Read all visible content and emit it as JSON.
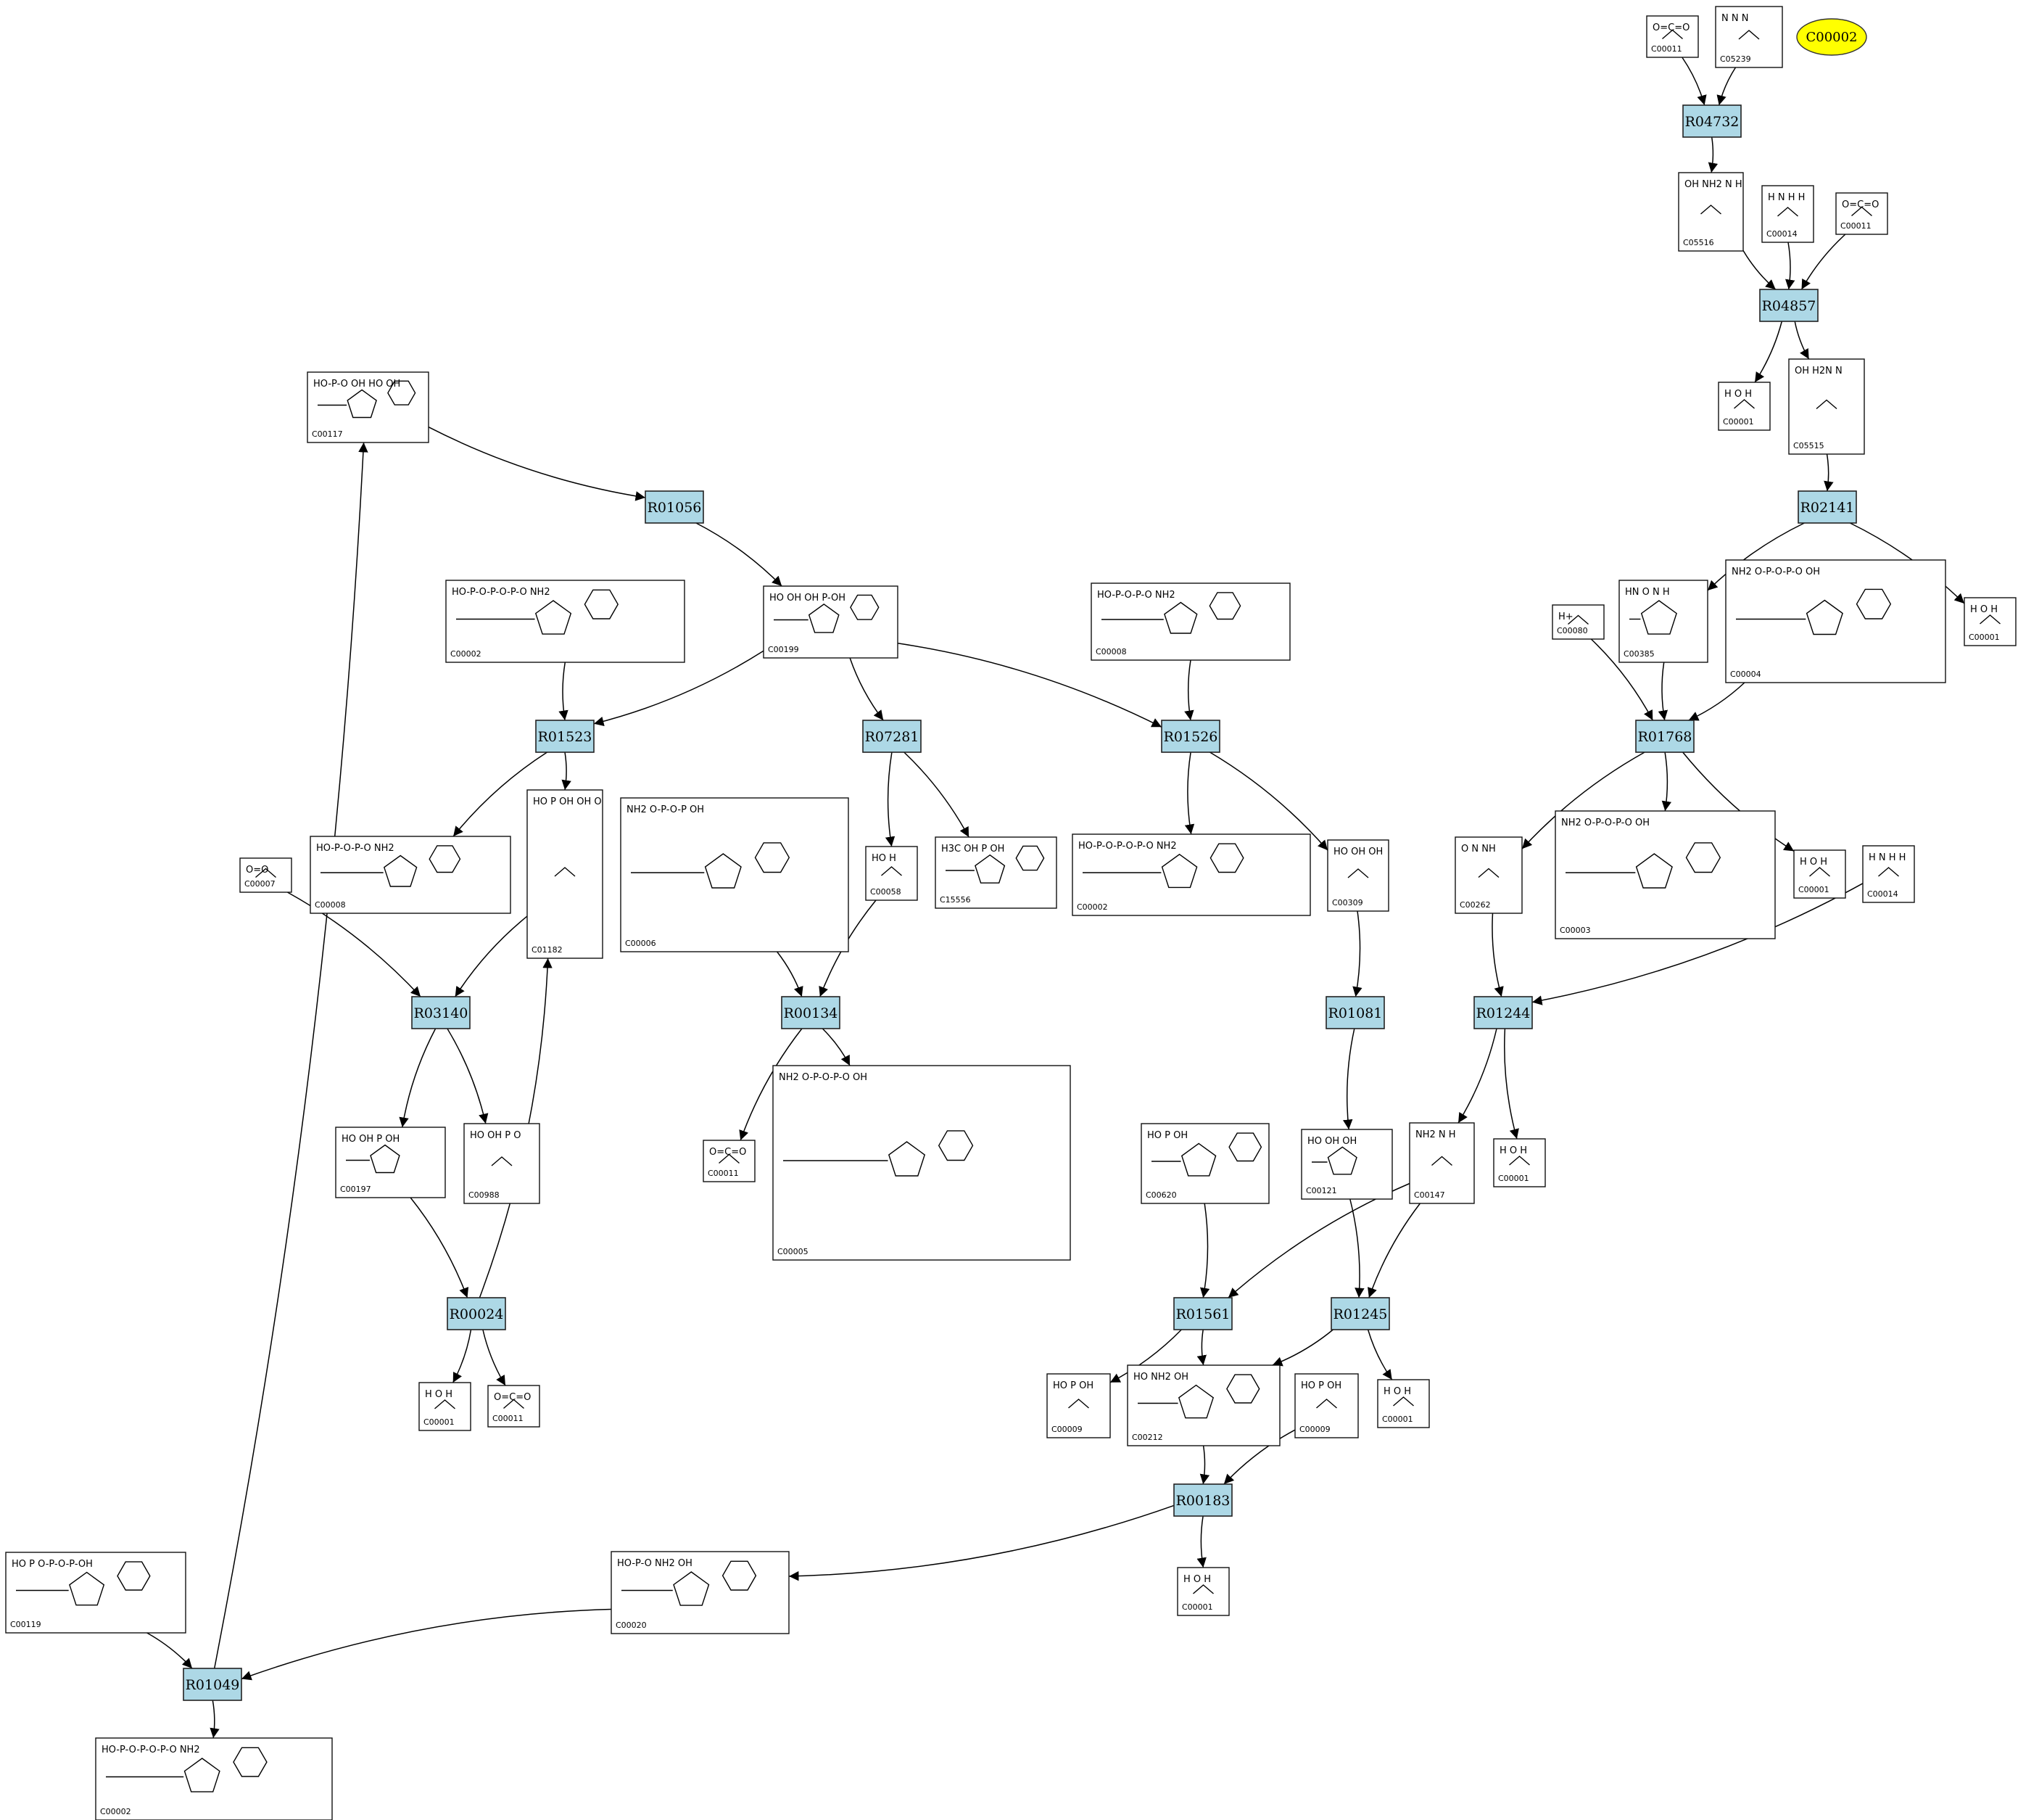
{
  "colors": {
    "reaction_fill": "#add8e6",
    "highlight_fill": "#ffff00",
    "edge": "#000000",
    "compound_border": "#111111"
  },
  "highlight": {
    "id": "C00002"
  },
  "reactions": [
    {
      "id": "R04732"
    },
    {
      "id": "R04857"
    },
    {
      "id": "R02141"
    },
    {
      "id": "R01056"
    },
    {
      "id": "R01523"
    },
    {
      "id": "R07281"
    },
    {
      "id": "R01526"
    },
    {
      "id": "R01768"
    },
    {
      "id": "R03140"
    },
    {
      "id": "R00134"
    },
    {
      "id": "R01081"
    },
    {
      "id": "R01244"
    },
    {
      "id": "R00024"
    },
    {
      "id": "R01561"
    },
    {
      "id": "R01245"
    },
    {
      "id": "R00183"
    },
    {
      "id": "R01049"
    }
  ],
  "compounds": [
    {
      "key": "c00011_a",
      "label": "C00011",
      "atoms": "O=C=O"
    },
    {
      "key": "c05239",
      "label": "C05239",
      "atoms": "N N N"
    },
    {
      "key": "c05516",
      "label": "C05516",
      "atoms": "OH NH2 N H"
    },
    {
      "key": "c00014_a",
      "label": "C00014",
      "atoms": "H N H H"
    },
    {
      "key": "c00011_b",
      "label": "C00011",
      "atoms": "O=C=O"
    },
    {
      "key": "c00001_a",
      "label": "C00001",
      "atoms": "H O H"
    },
    {
      "key": "c05515",
      "label": "C05515",
      "atoms": "OH H2N N"
    },
    {
      "key": "c00117",
      "label": "C00117",
      "atoms": "HO-P-O OH HO OH"
    },
    {
      "key": "c00002_a",
      "label": "C00002",
      "atoms": "HO-P-O-P-O-P-O NH2"
    },
    {
      "key": "c00199",
      "label": "C00199",
      "atoms": "HO OH OH P-OH"
    },
    {
      "key": "c00008_a",
      "label": "C00008",
      "atoms": "HO-P-O-P-O NH2"
    },
    {
      "key": "c00080",
      "label": "C00080",
      "atoms": "H+"
    },
    {
      "key": "c00385",
      "label": "C00385",
      "atoms": "HN O N H"
    },
    {
      "key": "c00004",
      "label": "C00004",
      "atoms": "NH2 O-P-O-P-O OH"
    },
    {
      "key": "c00001_b",
      "label": "C00001",
      "atoms": "H O H"
    },
    {
      "key": "c00007",
      "label": "C00007",
      "atoms": "O=O"
    },
    {
      "key": "c00008_b",
      "label": "C00008",
      "atoms": "HO-P-O-P-O NH2"
    },
    {
      "key": "c01182",
      "label": "C01182",
      "atoms": "HO P OH OH OH"
    },
    {
      "key": "c00006",
      "label": "C00006",
      "atoms": "NH2 O-P-O-P OH"
    },
    {
      "key": "c00058",
      "label": "C00058",
      "atoms": "HO H"
    },
    {
      "key": "c15556",
      "label": "C15556",
      "atoms": "H3C OH P OH"
    },
    {
      "key": "c00002_b",
      "label": "C00002",
      "atoms": "HO-P-O-P-O-P-O NH2"
    },
    {
      "key": "c00309",
      "label": "C00309",
      "atoms": "HO OH OH"
    },
    {
      "key": "c00262",
      "label": "C00262",
      "atoms": "O N NH"
    },
    {
      "key": "c00003",
      "label": "C00003",
      "atoms": "NH2 O-P-O-P-O OH"
    },
    {
      "key": "c00001_c",
      "label": "C00001",
      "atoms": "H O H"
    },
    {
      "key": "c00014_b",
      "label": "C00014",
      "atoms": "H N H H"
    },
    {
      "key": "c00197",
      "label": "C00197",
      "atoms": "HO OH P OH"
    },
    {
      "key": "c00988",
      "label": "C00988",
      "atoms": "HO OH P O"
    },
    {
      "key": "c00011_c",
      "label": "C00011",
      "atoms": "O=C=O"
    },
    {
      "key": "c00005",
      "label": "C00005",
      "atoms": "NH2 O-P-O-P-O OH"
    },
    {
      "key": "c00121",
      "label": "C00121",
      "atoms": "HO OH OH"
    },
    {
      "key": "c00147",
      "label": "C00147",
      "atoms": "NH2 N H"
    },
    {
      "key": "c00001_d",
      "label": "C00001",
      "atoms": "H O H"
    },
    {
      "key": "c00620",
      "label": "C00620",
      "atoms": "HO P OH"
    },
    {
      "key": "c00001_e",
      "label": "C00001",
      "atoms": "H O H"
    },
    {
      "key": "c00011_d",
      "label": "C00011",
      "atoms": "O=C=O"
    },
    {
      "key": "c00009_a",
      "label": "C00009",
      "atoms": "HO P OH"
    },
    {
      "key": "c00212",
      "label": "C00212",
      "atoms": "HO NH2 OH"
    },
    {
      "key": "c00009_b",
      "label": "C00009",
      "atoms": "HO P OH"
    },
    {
      "key": "c00001_f",
      "label": "C00001",
      "atoms": "H O H"
    },
    {
      "key": "c00119",
      "label": "C00119",
      "atoms": "HO P O-P-O-P-OH"
    },
    {
      "key": "c00020",
      "label": "C00020",
      "atoms": "HO-P-O NH2 OH"
    },
    {
      "key": "c00001_g",
      "label": "C00001",
      "atoms": "H O H"
    },
    {
      "key": "c00002_c",
      "label": "C00002",
      "atoms": "HO-P-O-P-O-P-O NH2"
    }
  ],
  "edges": [
    [
      "c00011_a",
      "R04732"
    ],
    [
      "c05239",
      "R04732"
    ],
    [
      "R04732",
      "c05516"
    ],
    [
      "c05516",
      "R04857"
    ],
    [
      "c00014_a",
      "R04857"
    ],
    [
      "c00011_b",
      "R04857"
    ],
    [
      "R04857",
      "c00001_a"
    ],
    [
      "R04857",
      "c05515"
    ],
    [
      "c05515",
      "R02141"
    ],
    [
      "R02141",
      "c00385"
    ],
    [
      "R02141",
      "c00001_b"
    ],
    [
      "c00117",
      "R01056"
    ],
    [
      "R01056",
      "c00199"
    ],
    [
      "c00002_a",
      "R01523"
    ],
    [
      "c00199",
      "R01523"
    ],
    [
      "c00199",
      "R07281"
    ],
    [
      "c00199",
      "R01526"
    ],
    [
      "c00008_a",
      "R01526"
    ],
    [
      "c00080",
      "R01768"
    ],
    [
      "c00385",
      "R01768"
    ],
    [
      "c00004",
      "R01768"
    ],
    [
      "R01523",
      "c00008_b"
    ],
    [
      "R01523",
      "c01182"
    ],
    [
      "R07281",
      "c00058"
    ],
    [
      "R07281",
      "c15556"
    ],
    [
      "R01526",
      "c00002_b"
    ],
    [
      "R01526",
      "c00309"
    ],
    [
      "R01768",
      "c00262"
    ],
    [
      "R01768",
      "c00003"
    ],
    [
      "R01768",
      "c00001_c"
    ],
    [
      "c00007",
      "R03140"
    ],
    [
      "c01182",
      "R03140"
    ],
    [
      "c00006",
      "R00134"
    ],
    [
      "c00058",
      "R00134"
    ],
    [
      "c00309",
      "R01081"
    ],
    [
      "c00262",
      "R01244"
    ],
    [
      "c00014_b",
      "R01244"
    ],
    [
      "R03140",
      "c00197"
    ],
    [
      "R03140",
      "c00988"
    ],
    [
      "R00134",
      "c00011_c"
    ],
    [
      "R00134",
      "c00005"
    ],
    [
      "R01081",
      "c00121"
    ],
    [
      "R01244",
      "c00147"
    ],
    [
      "R01244",
      "c00001_d"
    ],
    [
      "c00197",
      "R00024"
    ],
    [
      "R00024",
      "c01182"
    ],
    [
      "R00024",
      "c00001_e"
    ],
    [
      "R00024",
      "c00011_d"
    ],
    [
      "c00620",
      "R01561"
    ],
    [
      "c00147",
      "R01561"
    ],
    [
      "c00121",
      "R01245"
    ],
    [
      "c00147",
      "R01245"
    ],
    [
      "R01561",
      "c00009_a"
    ],
    [
      "R01561",
      "c00212"
    ],
    [
      "R01245",
      "c00212"
    ],
    [
      "R01245",
      "c00001_f"
    ],
    [
      "c00212",
      "R00183"
    ],
    [
      "c00009_b",
      "R00183"
    ],
    [
      "R00183",
      "c00020"
    ],
    [
      "R00183",
      "c00001_g"
    ],
    [
      "c00119",
      "R01049"
    ],
    [
      "c00020",
      "R01049"
    ],
    [
      "R01049",
      "c00002_c"
    ],
    [
      "R01049",
      "c00117"
    ]
  ]
}
